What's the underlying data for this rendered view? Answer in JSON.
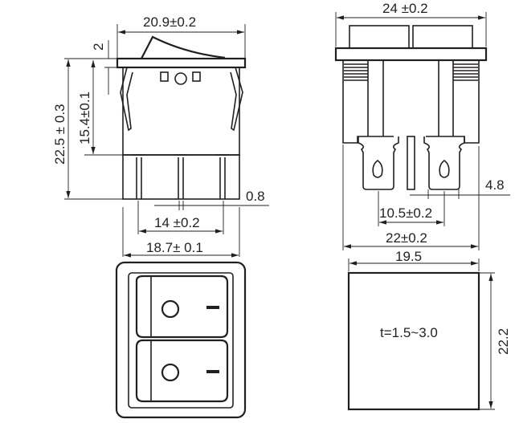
{
  "drawing": {
    "top_left_view": {
      "dim_overall_width": "20.9±0.2",
      "dim_rocker_height": "2",
      "dim_total_height": "22.5 ± 0.3",
      "dim_body_height": "15.4±0.1",
      "dim_pin_thickness": "0.8",
      "dim_pin_pitch": "14 ±0.2",
      "dim_body_width": "18.7± 0.1"
    },
    "top_right_view": {
      "dim_overall_width": "24 ±0.2",
      "dim_terminal_width": "4.8",
      "dim_terminal_pitch": "10.5±0.2",
      "dim_body_width": "22±0.2"
    },
    "panel_cutout": {
      "dim_width": "19.5",
      "dim_height": "22.2",
      "thickness_label": "t=1.5~3.0"
    }
  }
}
